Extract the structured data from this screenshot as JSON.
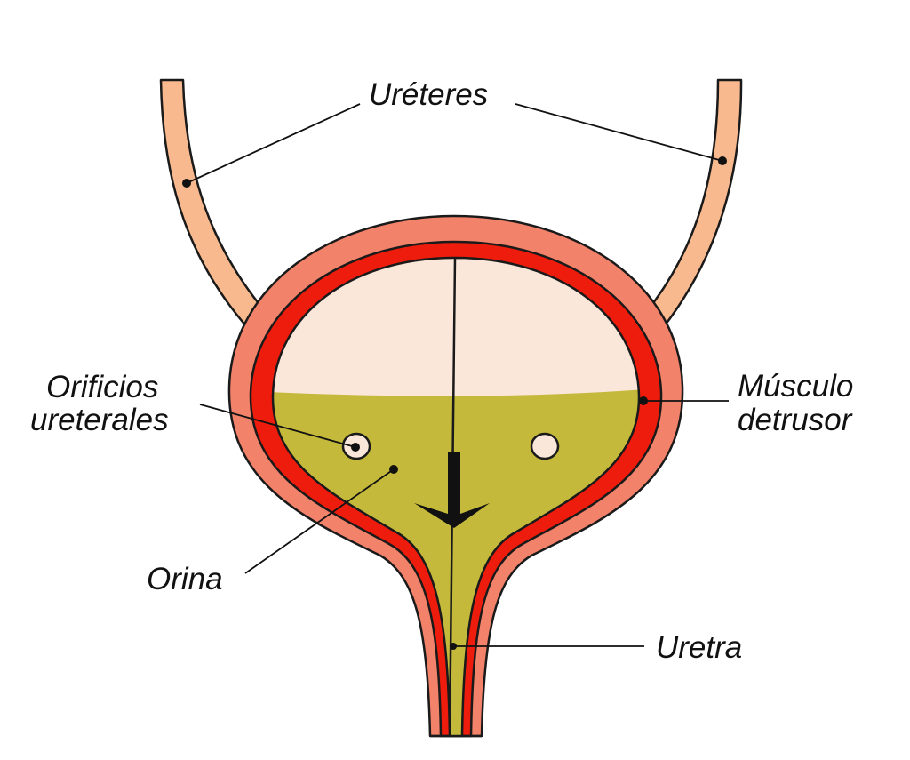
{
  "labels": {
    "ureters": "Uréteres",
    "ureteral_orifices_line1": "Orificios",
    "ureteral_orifices_line2": "ureterales",
    "detrusor_line1": "Músculo",
    "detrusor_line2": "detrusor",
    "urine": "Orina",
    "urethra": "Uretra"
  },
  "colors": {
    "ureter": "#f9b98e",
    "bladder_wall_outer": "#f2826a",
    "detrusor_muscle": "#ee1c0c",
    "urine": "#c4b93a",
    "empty_space": "#fbe6da",
    "outline": "#1a1a1a"
  }
}
